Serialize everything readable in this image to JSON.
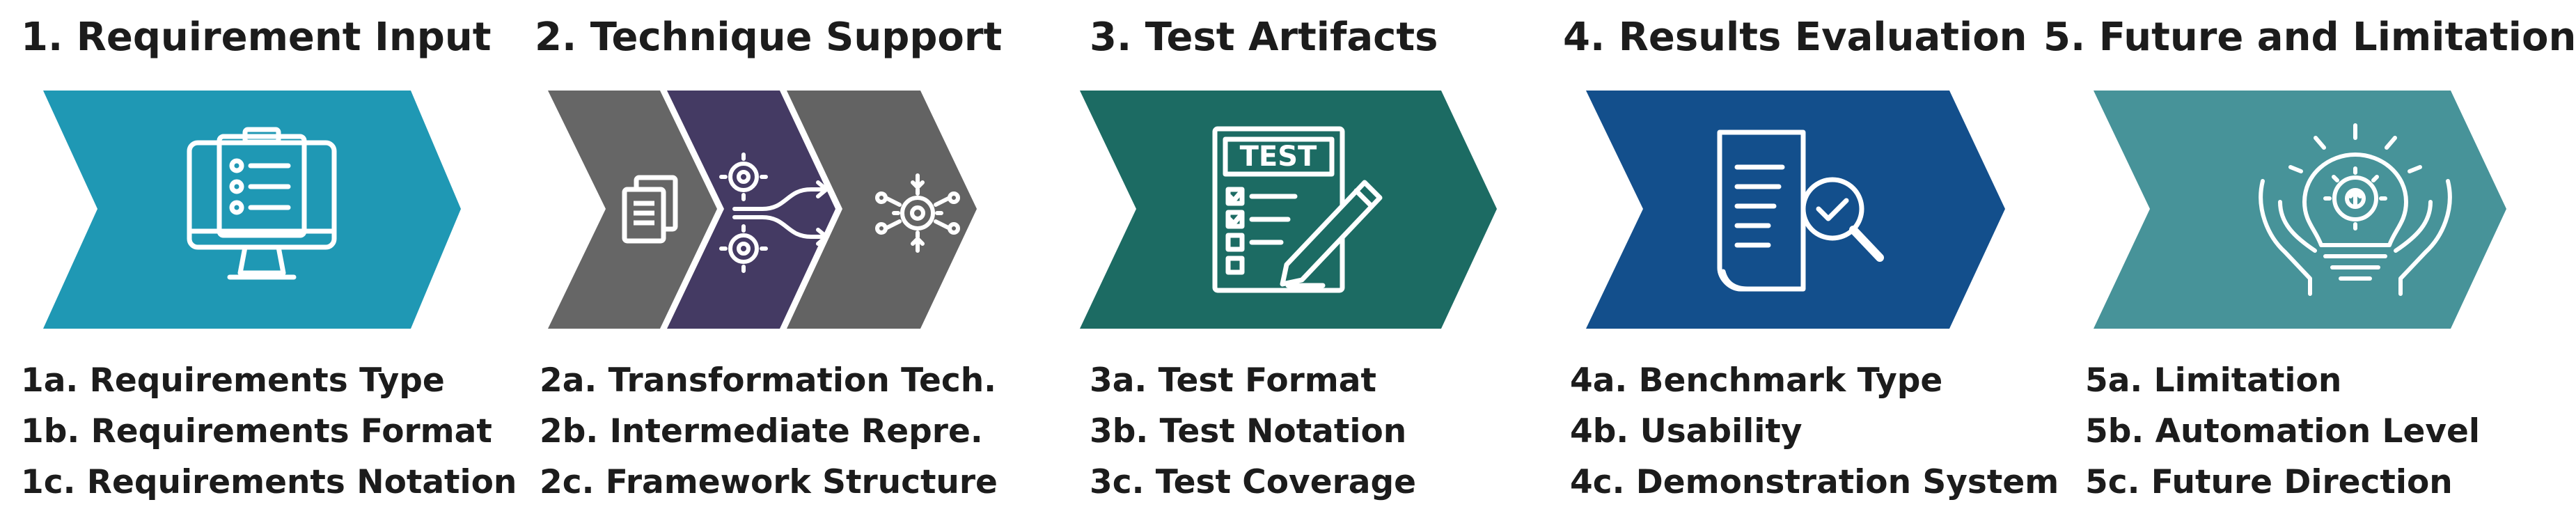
{
  "colors": {
    "requirement": "#1f98b4",
    "technique_left": "#666666",
    "technique_mid": "#443a63",
    "technique_right": "#636363",
    "artifacts": "#1c6b63",
    "results": "#134f8c",
    "future": "#479399",
    "icon_stroke": "#ffffff",
    "text": "#1c1c1c"
  },
  "stages": [
    {
      "title": "1. Requirement Input",
      "icon": "monitor-checklist-icon",
      "items": [
        "1a. Requirements Type",
        "1b. Requirements Format",
        "1c. Requirements Notation"
      ]
    },
    {
      "title": "2. Technique Support",
      "icons": [
        "documents-icon",
        "gears-flow-icon",
        "network-gear-icon"
      ],
      "items": [
        "2a. Transformation Tech.",
        "2b. Intermediate Repre.",
        "2c. Framework Structure"
      ]
    },
    {
      "title": "3. Test Artifacts",
      "icon": "test-sheet-pencil-icon",
      "icon_text": "TEST",
      "items": [
        "3a. Test Format",
        "3b. Test Notation",
        "3c. Test Coverage"
      ]
    },
    {
      "title": "4. Results Evaluation",
      "icon": "document-magnifier-check-icon",
      "items": [
        "4a. Benchmark Type",
        "4b. Usability",
        "4c. Demonstration System"
      ]
    },
    {
      "title": "5. Future and Limitation",
      "icon": "hands-lightbulb-gear-icon",
      "items": [
        "5a. Limitation",
        "5b. Automation Level",
        "5c. Future Direction"
      ]
    }
  ]
}
